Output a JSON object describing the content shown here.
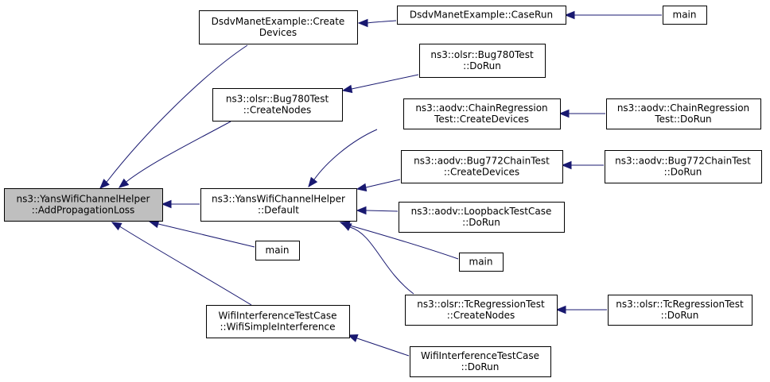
{
  "colors": {
    "edge": "#191970",
    "root_fill": "#bfbfbf",
    "node_fill": "#ffffff",
    "border": "#000000"
  },
  "nodes": {
    "root": [
      "ns3::YansWifiChannelHelper",
      "::AddPropagationLoss"
    ],
    "dsdv_create": [
      "DsdvManetExample::Create",
      "Devices"
    ],
    "dsdv_caserun": [
      "DsdvManetExample::CaseRun"
    ],
    "main_top": [
      "main"
    ],
    "olsr780_create": [
      "ns3::olsr::Bug780Test",
      "::CreateNodes"
    ],
    "olsr780_run": [
      "ns3::olsr::Bug780Test",
      "::DoRun"
    ],
    "default": [
      "ns3::YansWifiChannelHelper",
      "::Default"
    ],
    "chain_create": [
      "ns3::aodv::ChainRegression",
      "Test::CreateDevices"
    ],
    "chain_run": [
      "ns3::aodv::ChainRegression",
      "Test::DoRun"
    ],
    "bug772_create": [
      "ns3::aodv::Bug772ChainTest",
      "::CreateDevices"
    ],
    "bug772_run": [
      "ns3::aodv::Bug772ChainTest",
      "::DoRun"
    ],
    "loopback": [
      "ns3::aodv::LoopbackTestCase",
      "::DoRun"
    ],
    "main_mid": [
      "main"
    ],
    "main_left": [
      "main"
    ],
    "tc_create": [
      "ns3::olsr::TcRegressionTest",
      "::CreateNodes"
    ],
    "tc_run": [
      "ns3::olsr::TcRegressionTest",
      "::DoRun"
    ],
    "wifi_simple": [
      "WifiInterferenceTestCase",
      "::WifiSimpleInterference"
    ],
    "wifi_run": [
      "WifiInterferenceTestCase",
      "::DoRun"
    ]
  }
}
